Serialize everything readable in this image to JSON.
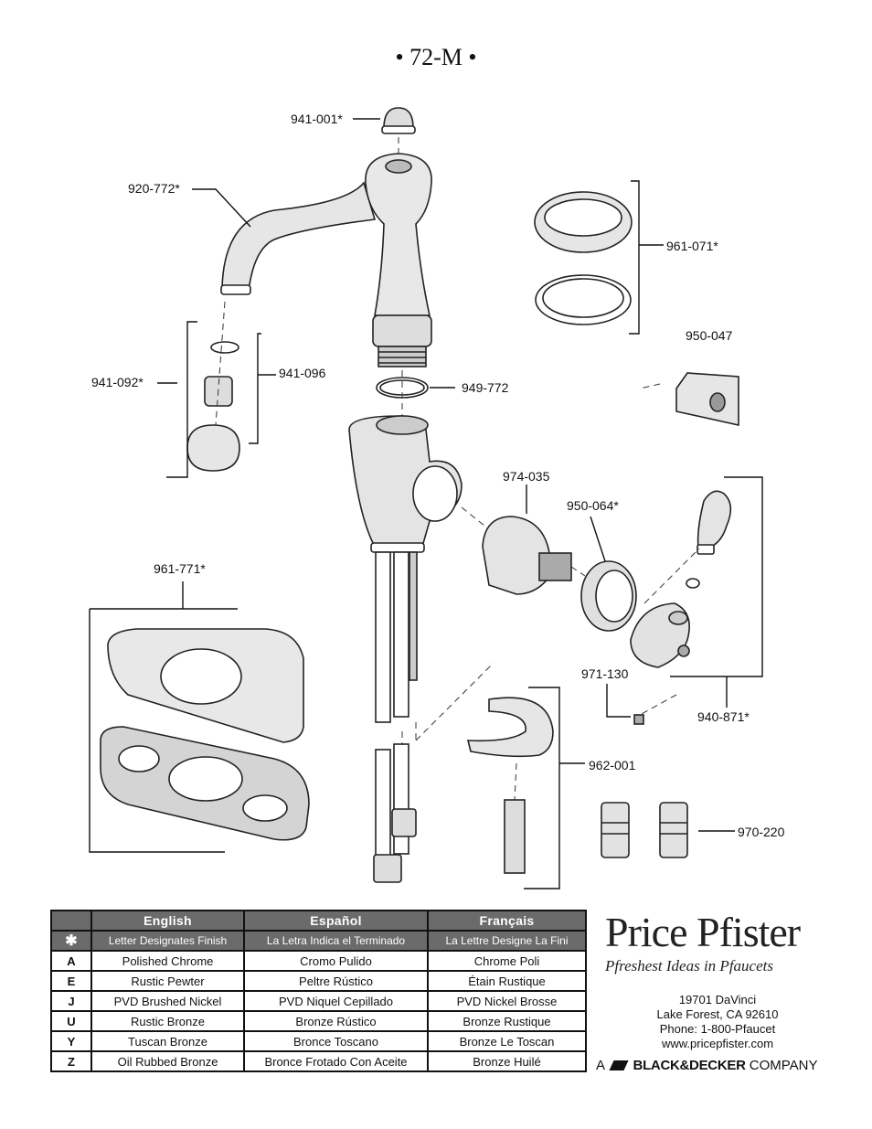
{
  "page_title": "• 72-M •",
  "parts": {
    "p941_001": "941-001*",
    "p920_772": "920-772*",
    "p961_071": "961-071*",
    "p950_047": "950-047",
    "p941_096": "941-096",
    "p941_092": "941-092*",
    "p949_772": "949-772",
    "p974_035": "974-035",
    "p950_064": "950-064*",
    "p961_771": "961-771*",
    "p971_130": "971-130",
    "p940_871": "940-871*",
    "p962_001": "962-001",
    "p970_220": "970-220"
  },
  "finish_table": {
    "headers": [
      "English",
      "Español",
      "Français"
    ],
    "legend": {
      "symbol": "✱",
      "english": "Letter Designates Finish",
      "spanish": "La Letra Indica el Terminado",
      "french": "La Lettre Designe La Fini"
    },
    "rows": [
      {
        "code": "A",
        "english": "Polished Chrome",
        "spanish": "Cromo Pulido",
        "french": "Chrome Poli"
      },
      {
        "code": "E",
        "english": "Rustic Pewter",
        "spanish": "Peltre Rústico",
        "french": "Étain Rustique"
      },
      {
        "code": "J",
        "english": "PVD Brushed Nickel",
        "spanish": "PVD Niquel Cepillado",
        "french": "PVD Nickel Brosse"
      },
      {
        "code": "U",
        "english": "Rustic Bronze",
        "spanish": "Bronze Rústico",
        "french": "Bronze Rustique"
      },
      {
        "code": "Y",
        "english": "Tuscan Bronze",
        "spanish": "Bronce Toscano",
        "french": "Bronze Le Toscan"
      },
      {
        "code": "Z",
        "english": "Oil Rubbed Bronze",
        "spanish": "Bronce Frotado Con Aceite",
        "french": "Bronze Huilé"
      }
    ]
  },
  "brand": {
    "logo": "Price Pfister",
    "tagline": "Pfreshest Ideas in Pfaucets",
    "address_line1": "19701 DaVinci",
    "address_line2": "Lake Forest, CA  92610",
    "phone": "Phone: 1-800-Pfaucet",
    "website": "www.pricepfister.com",
    "company_prefix": "A",
    "company_name": "BLACK&DECKER",
    "company_suffix": "COMPANY"
  }
}
